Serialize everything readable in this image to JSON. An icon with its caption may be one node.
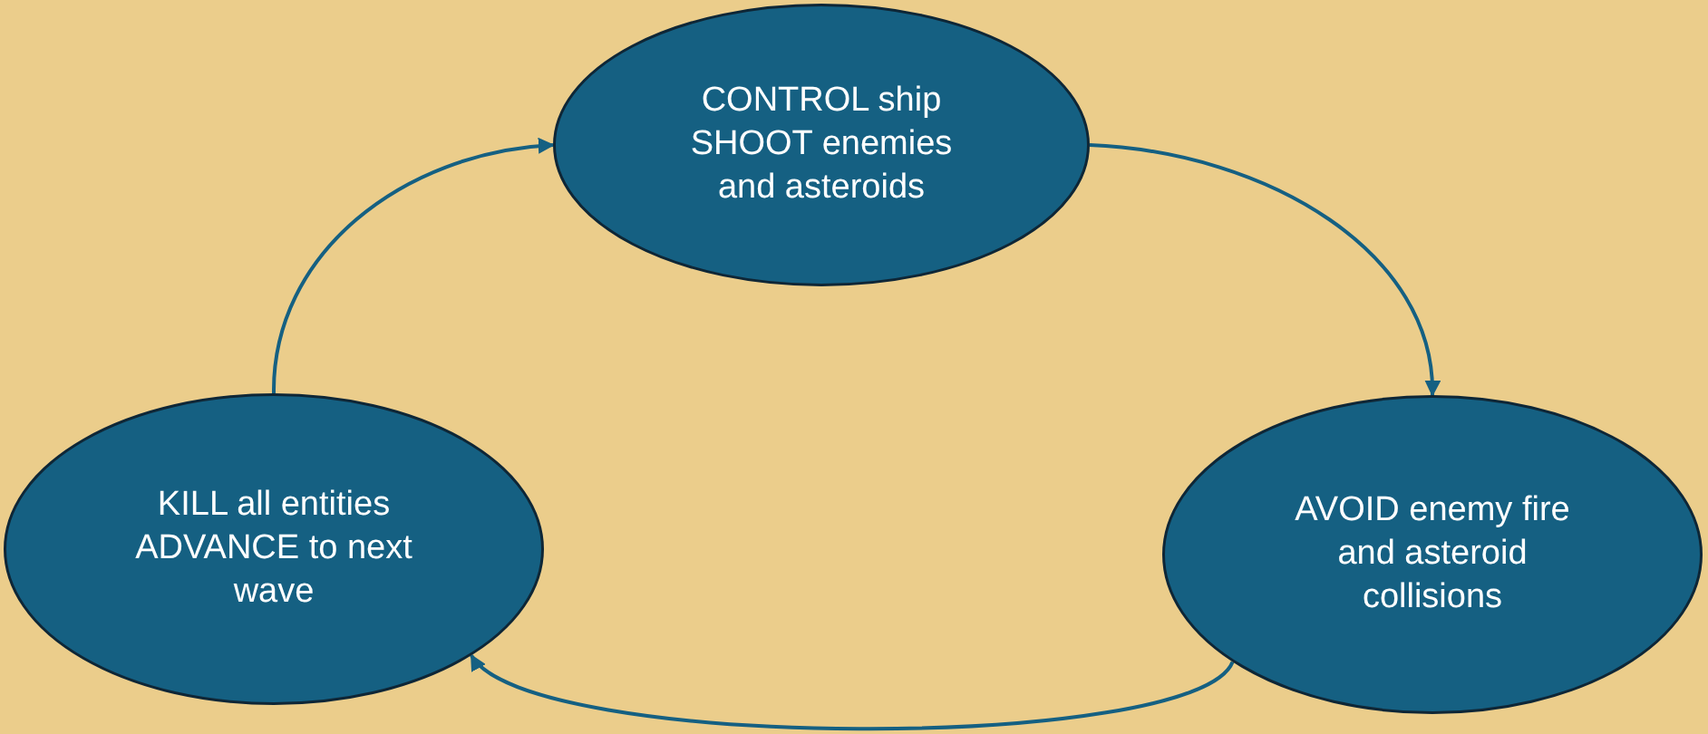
{
  "diagram": {
    "nodes": [
      {
        "text": [
          "CONTROL ship",
          "SHOOT enemies and asteroids"
        ]
      },
      {
        "text": [
          "AVOID enemy fire and asteroid collisions"
        ]
      },
      {
        "text": [
          "KILL all entities",
          "ADVANCE to next wave"
        ]
      }
    ],
    "edges": [
      {
        "from": 0,
        "to": 1,
        "arrow": "to"
      },
      {
        "from": 1,
        "to": 2,
        "arrow": "to"
      },
      {
        "from": 2,
        "to": 0,
        "arrow": "to"
      }
    ]
  }
}
